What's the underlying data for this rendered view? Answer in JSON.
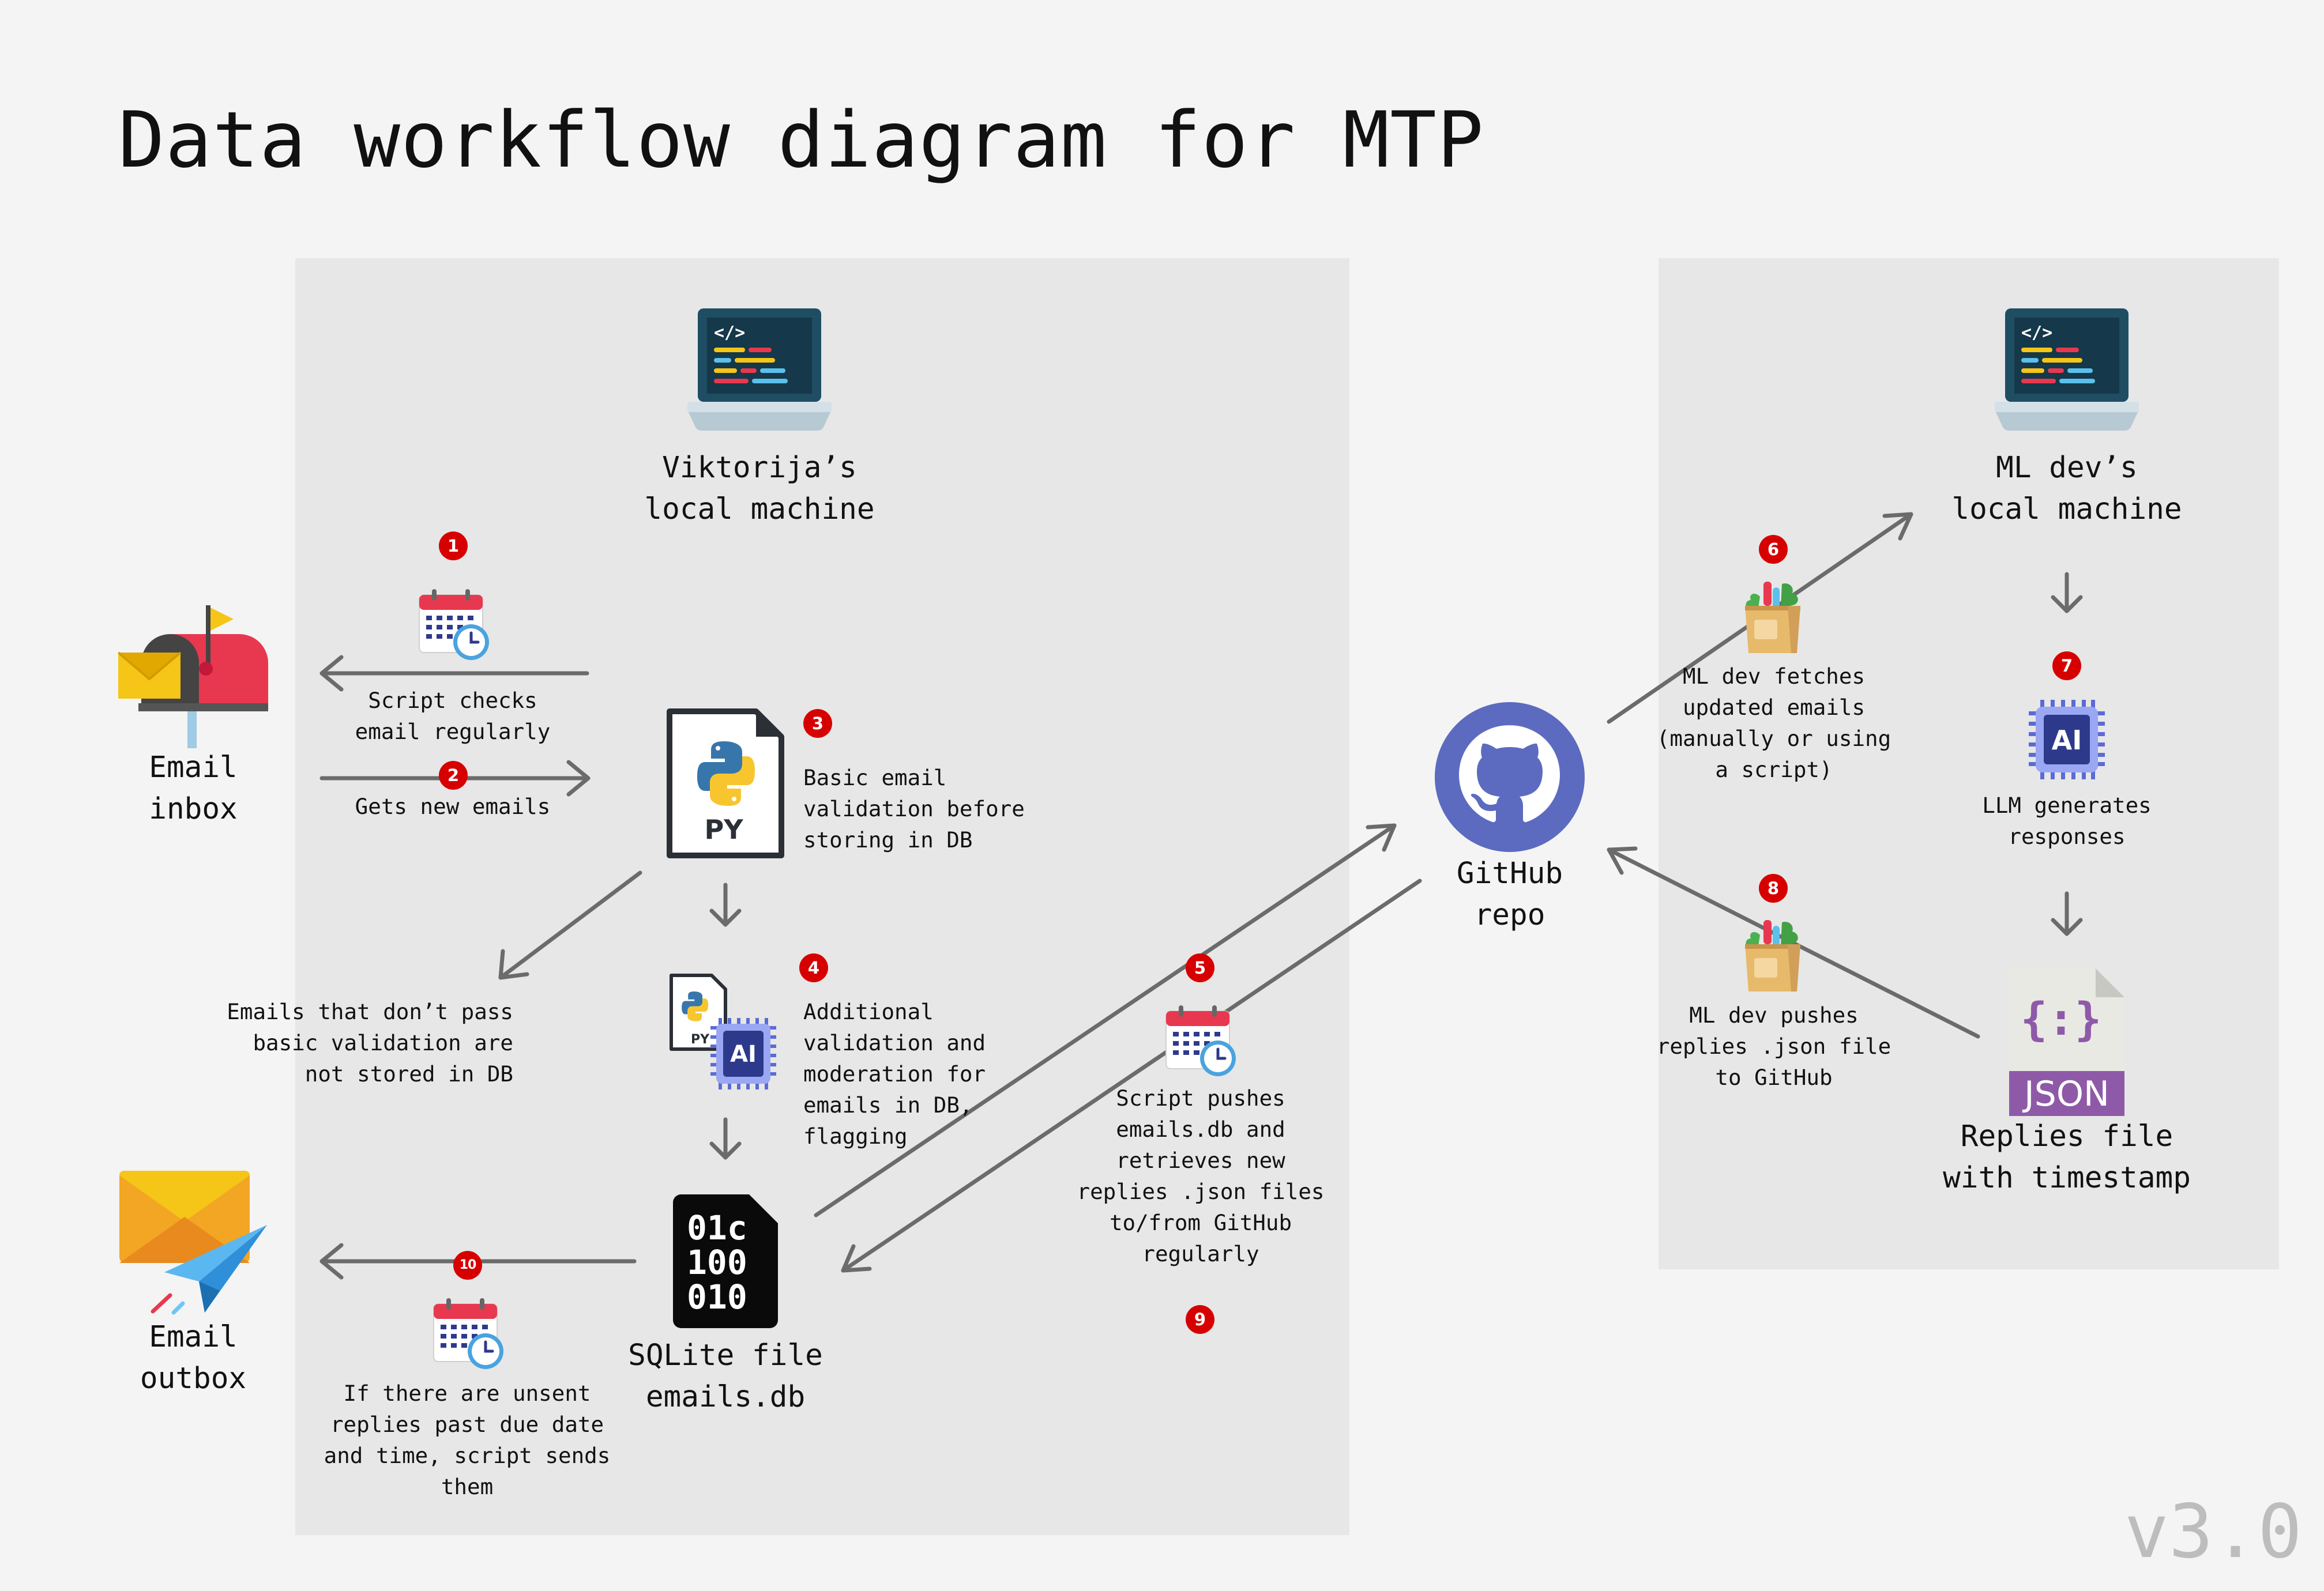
{
  "title": "Data workflow diagram for MTP",
  "version": "v3.0",
  "nodes": {
    "email_inbox": "Email\ninbox",
    "email_outbox": "Email\noutbox",
    "viktorija_machine": "Viktorija’s\nlocal machine",
    "sqlite_file": "SQLite file\nemails.db",
    "github_repo": "GitHub\nrepo",
    "ml_dev_machine": "ML dev’s\nlocal machine",
    "replies_file": "Replies file\nwith timestamp"
  },
  "icons": {
    "py_label": "PY",
    "ai_label": "AI",
    "json_label": "JSON",
    "json_braces": "{:}",
    "binary_lines": [
      "01c",
      "100",
      "010"
    ]
  },
  "steps": [
    {
      "num": "1",
      "text": "Script checks\nemail regularly"
    },
    {
      "num": "2",
      "text": "Gets new emails"
    },
    {
      "num": "3",
      "text": "Basic email\nvalidation before\nstoring in DB"
    },
    {
      "num": "4",
      "text": "Additional\nvalidation and\nmoderation for\nemails in DB,\nflagging"
    },
    {
      "num": "5",
      "text": "Script pushes\nemails.db and\nretrieves new\nreplies .json files\nto/from GitHub\nregularly"
    },
    {
      "num": "6",
      "text": "ML dev fetches\nupdated emails\n(manually or using\na script)"
    },
    {
      "num": "7",
      "text": "LLM generates\nresponses"
    },
    {
      "num": "8",
      "text": "ML dev pushes\nreplies .json file\nto GitHub"
    },
    {
      "num": "9",
      "text": ""
    },
    {
      "num": "10",
      "text": "If there are unsent\nreplies past due date\nand time, script sends\nthem"
    }
  ],
  "rejected_note": "Emails that don’t pass\nbasic validation are\nnot stored in DB",
  "colors": {
    "background": "#f4f4f4",
    "panel": "#e7e7e7",
    "arrow": "#6b6b6b",
    "badge": "#d60000",
    "github": "#5c6bc0",
    "json_label": "#8e5aa8"
  }
}
